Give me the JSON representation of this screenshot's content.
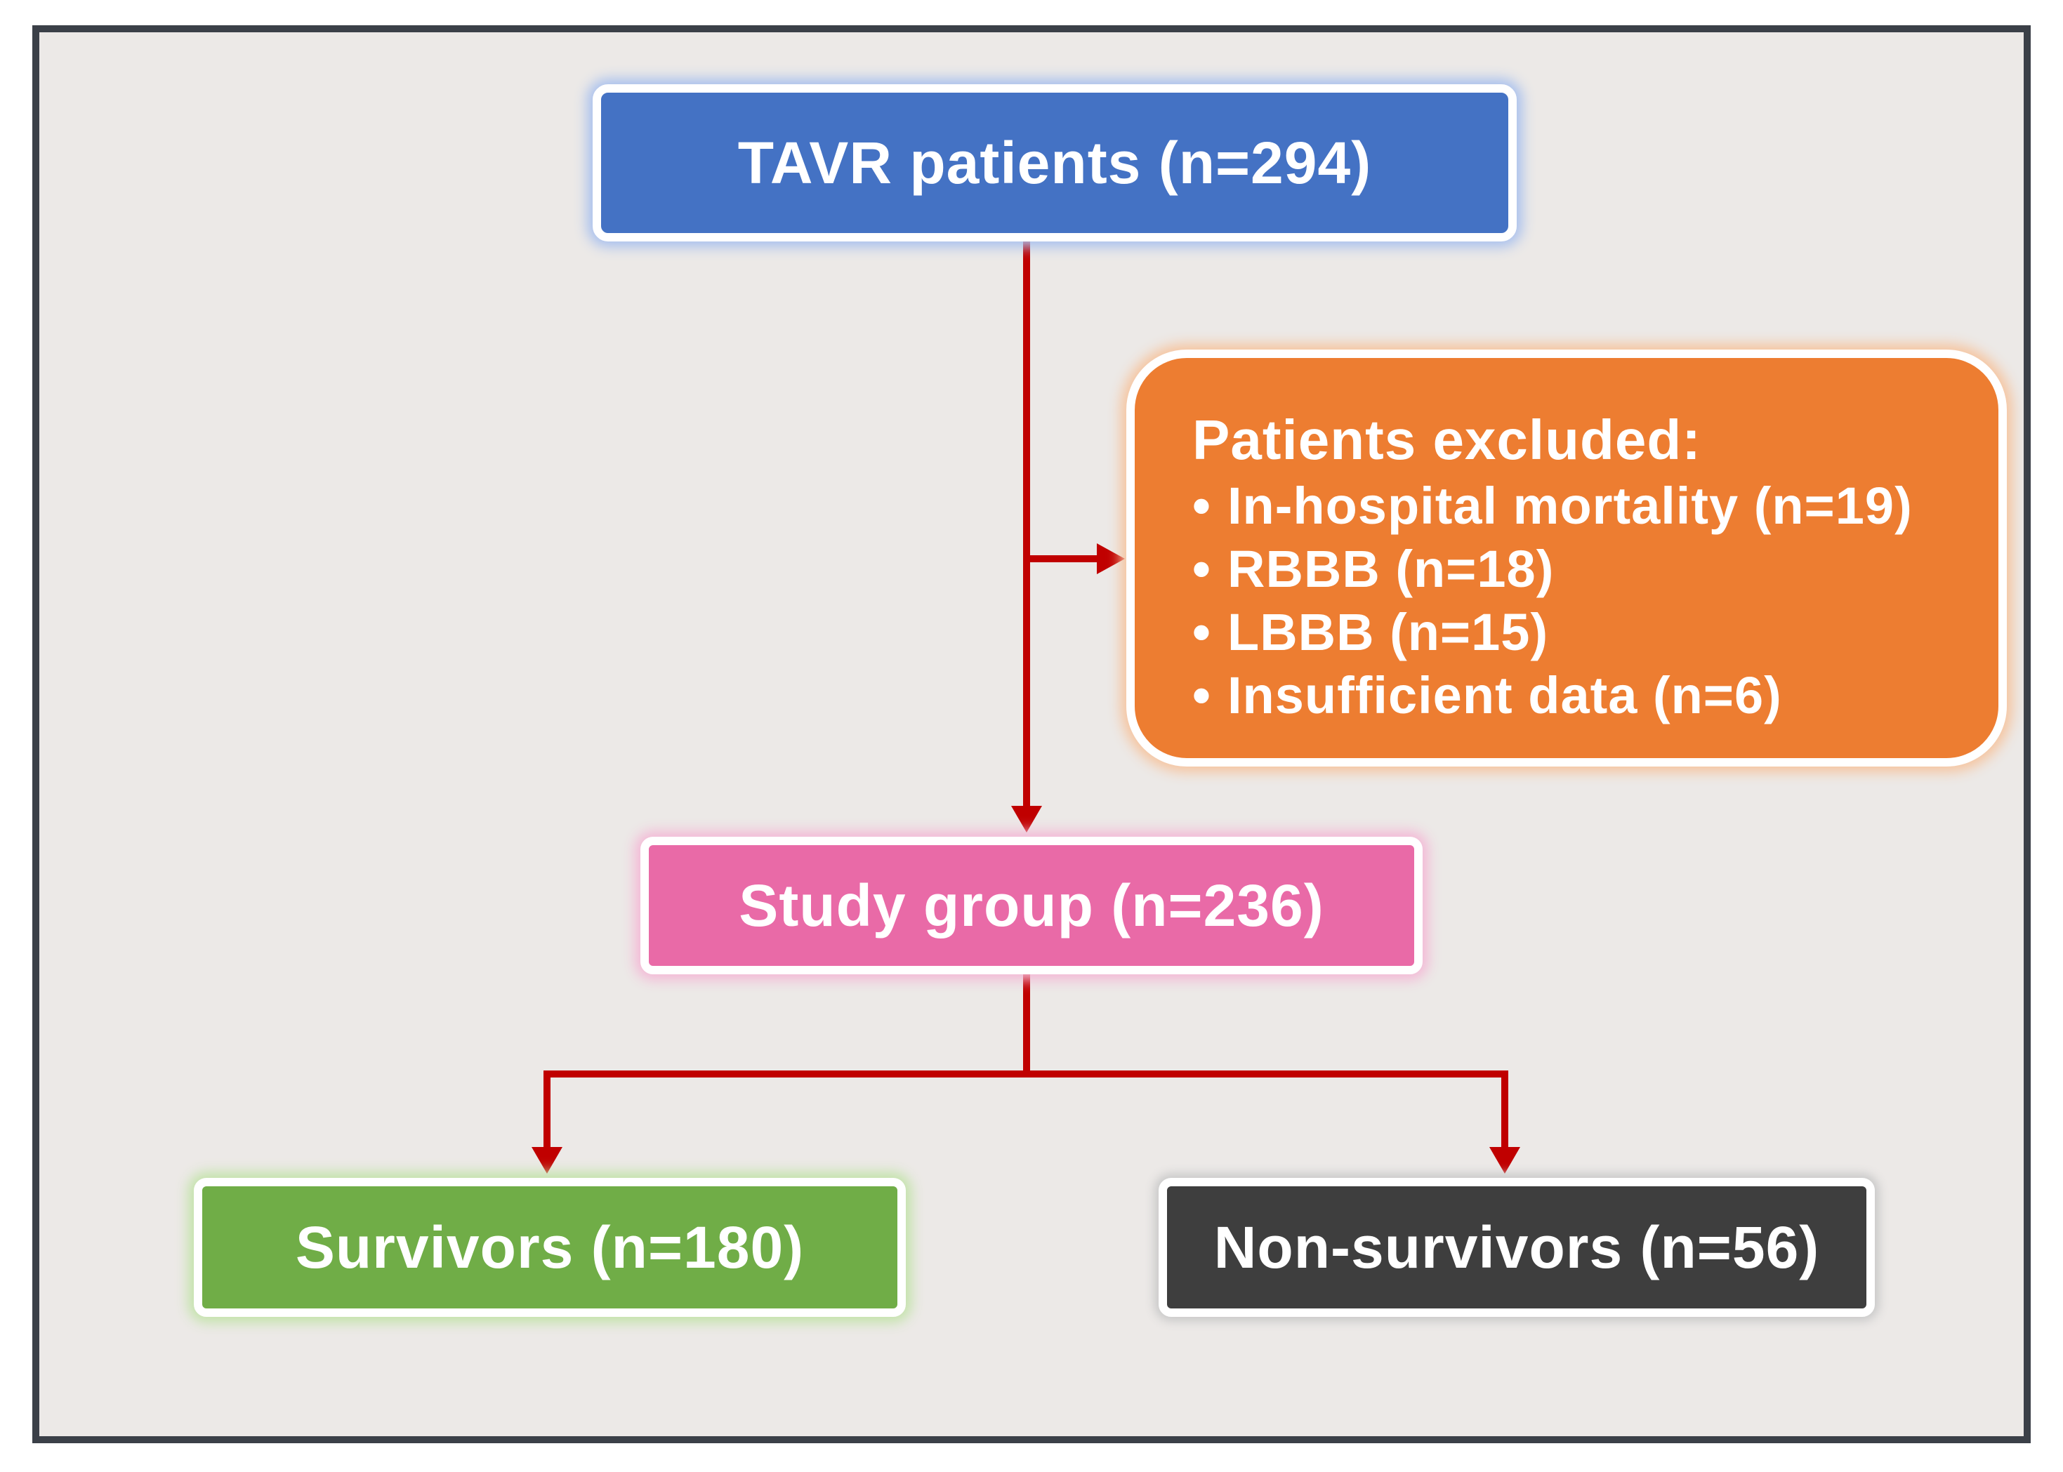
{
  "flowchart": {
    "top_box": {
      "label": "TAVR patients (n=294)"
    },
    "excluded_box": {
      "title": "Patients excluded:",
      "items": [
        {
          "bullet": "•",
          "label": "In-hospital mortality (n=19)"
        },
        {
          "bullet": "•",
          "label": "RBBB (n=18)"
        },
        {
          "bullet": "•",
          "label": "LBBB (n=15)"
        },
        {
          "bullet": "•",
          "label": "Insufficient data (n=6)"
        }
      ]
    },
    "study_box": {
      "label": "Study group (n=236)"
    },
    "survivors_box": {
      "label": "Survivors (n=180)"
    },
    "nonsurvivors_box": {
      "label": "Non-survivors (n=56)"
    }
  },
  "colors": {
    "frame_background": "#ece9e7",
    "frame_border": "#3b4048",
    "connector": "#c00000",
    "top_box": "#4472c4",
    "excluded_box": "#ed7d31",
    "study_box": "#e96aa7",
    "survivors_box": "#70ad47",
    "nonsurvivors_box": "#3e3e3e"
  }
}
